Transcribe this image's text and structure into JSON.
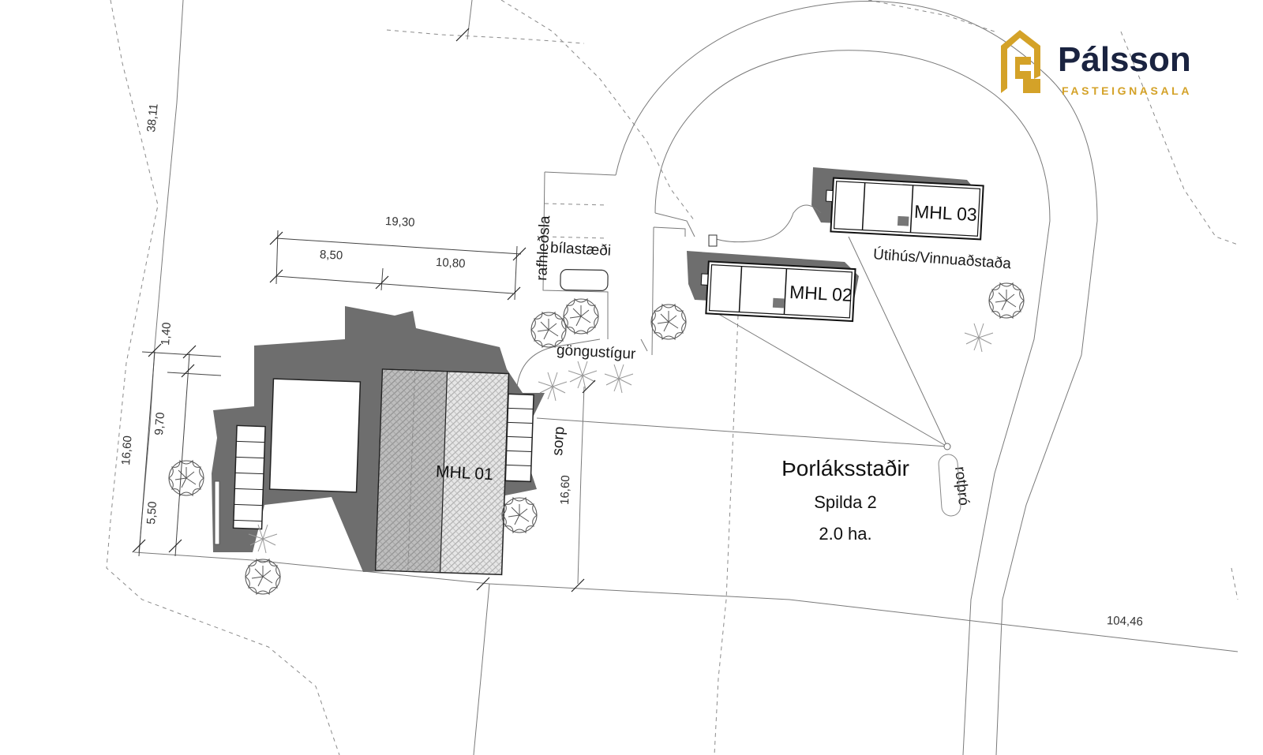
{
  "logo": {
    "name": "Pálsson",
    "tagline": "FASTEIGNASALA",
    "colors": {
      "gold": "#d4a228",
      "navy": "#1a2340"
    }
  },
  "site": {
    "title": "Þorláksstaðir",
    "parcel": "Spilda 2",
    "area": "2.0 ha."
  },
  "buildings": {
    "mhl01": "MHL 01",
    "mhl02": "MHL 02",
    "mhl03": "MHL 03",
    "outbuilding_label": "Útihús/Vinnuaðstaða"
  },
  "features": {
    "ev_charging": "rafhleðsla",
    "parking": "bílastæði",
    "footpath": "göngustígur",
    "waste": "sorp",
    "septic": "rotþró"
  },
  "dimensions": {
    "top_total": "19,30",
    "top_left": "8,50",
    "top_right": "10,80",
    "left_upper": "1,40",
    "left_mid": "9,70",
    "left_lower": "5,50",
    "left_total": "16,60",
    "right_depth": "16,60",
    "boundary_left": "38,11",
    "boundary_bottom": "104,46"
  },
  "icons": {
    "tree": "tree-icon",
    "car": "car-icon"
  }
}
